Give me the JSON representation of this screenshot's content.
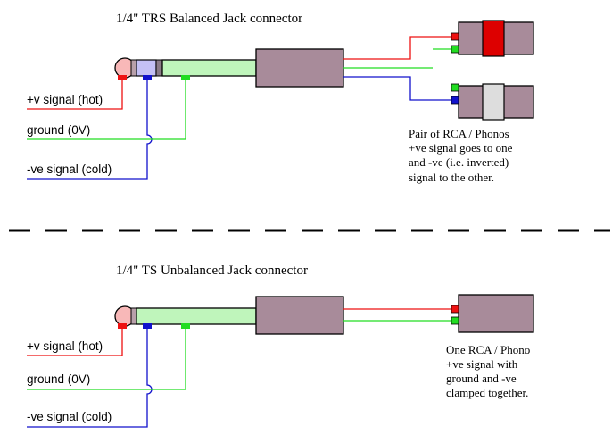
{
  "balanced": {
    "title": "1/4\" TRS Balanced Jack connector",
    "labels": {
      "hot": "+v signal (hot)",
      "ground": "ground (0V)",
      "cold": "-ve signal (cold)"
    },
    "note": [
      "Pair of RCA / Phonos",
      "+ve signal goes to one",
      "and -ve (i.e. inverted)",
      "signal to the other."
    ]
  },
  "unbalanced": {
    "title": "1/4\" TS Unbalanced Jack connector",
    "labels": {
      "hot": "+v signal (hot)",
      "ground": "ground (0V)",
      "cold": "-ve signal (cold)"
    },
    "note": [
      "One RCA / Phono",
      "+ve signal with",
      "ground and -ve",
      "clamped together."
    ]
  },
  "colors": {
    "hot": "#ee1111",
    "ground": "#22dd22",
    "cold": "#1111cc",
    "body": "#a88b9a",
    "sleeve": "#bff5bb",
    "ring": "#c4c0f5",
    "tip": "#f8b8b8",
    "rca_red": "#dd0000",
    "rca_white": "#dddddd"
  }
}
